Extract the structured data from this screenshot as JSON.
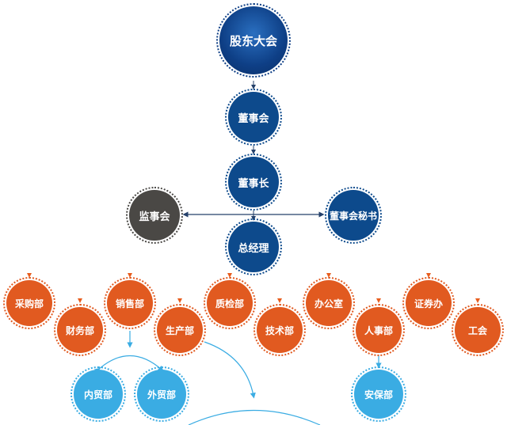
{
  "colors": {
    "top": "#0e3f86",
    "top_light": "#2a6fc0",
    "board": "#0d4a8c",
    "supervisor": "#4a4845",
    "dept": "#e15a20",
    "sub": "#3aace3",
    "link_dark": "#24406a",
    "link_light": "#3aace3"
  },
  "nodes": {
    "shareholders": "股东大会",
    "board": "董事会",
    "chairman": "董事长",
    "supervisory": "监事会",
    "secretary": "董事会秘书",
    "gm": "总经理"
  },
  "departments": [
    "采购部",
    "财务部",
    "销售部",
    "生产部",
    "质检部",
    "技术部",
    "办公室",
    "人事部",
    "证券办",
    "工会"
  ],
  "subunits": {
    "domestic": "内贸部",
    "foreign": "外贸部",
    "security": "安保部"
  }
}
